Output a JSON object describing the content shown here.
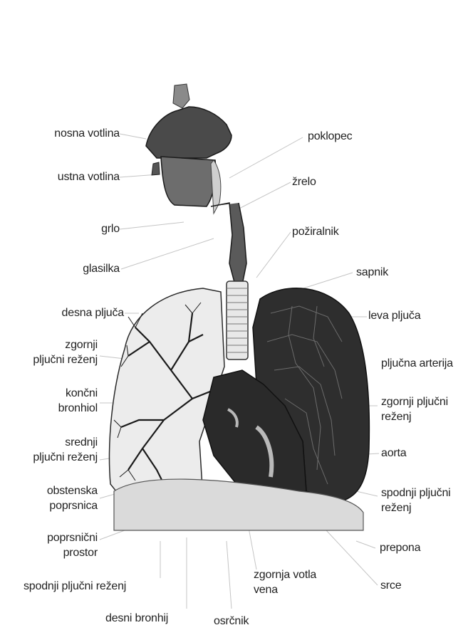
{
  "labels_left": {
    "nosna_votlina": "nosna votlina",
    "ustna_votlina": "ustna votlina",
    "grlo": "grlo",
    "glasilka": "glasilka",
    "desna_pljuca": "desna pljuča",
    "zgornji_pljucni_rezenj": [
      "zgornji",
      "pljučni reženj"
    ],
    "koncni_bronhiol": [
      "končni",
      "bronhiol"
    ],
    "srednji_pljucni_rezenj": [
      "srednji",
      "pljučni reženj"
    ],
    "obstenska_poprsnica": [
      "obstenska",
      "poprsnica"
    ],
    "poprsnicni_prostor": [
      "poprsnični",
      "prostor"
    ]
  },
  "labels_right": {
    "poklopec": "poklopec",
    "zrelo": "žrelo",
    "poziralnik": "požiralnik",
    "sapnik": "sapnik",
    "leva_pljuca": "leva pljuča",
    "pljucna_arterija": "pljučna arterija",
    "zgornji_pljucni_rezenj": [
      "zgornji pljučni",
      "reženj"
    ],
    "aorta": "aorta",
    "spodnji_pljucni_rezenj": [
      "spodnji pljučni",
      "reženj"
    ],
    "prepona": "prepona",
    "srce": "srce"
  },
  "labels_bottom": {
    "spodnji_pljucni_rezenj": "spodnji pljučni reženj",
    "desni_bronhij": "desni bronhij",
    "zgornja_votla_vena": [
      "zgornja votla",
      "vena"
    ],
    "osrcnik": "osrčnik"
  },
  "colors": {
    "ink": "#1a1a1a",
    "lung_left": "#2a2a2a",
    "lung_right_fill": "#e6e6e6",
    "diaphragm": "#d4d4d4",
    "pleura": "#c8c8c8",
    "leader": "#bdbdbd"
  }
}
